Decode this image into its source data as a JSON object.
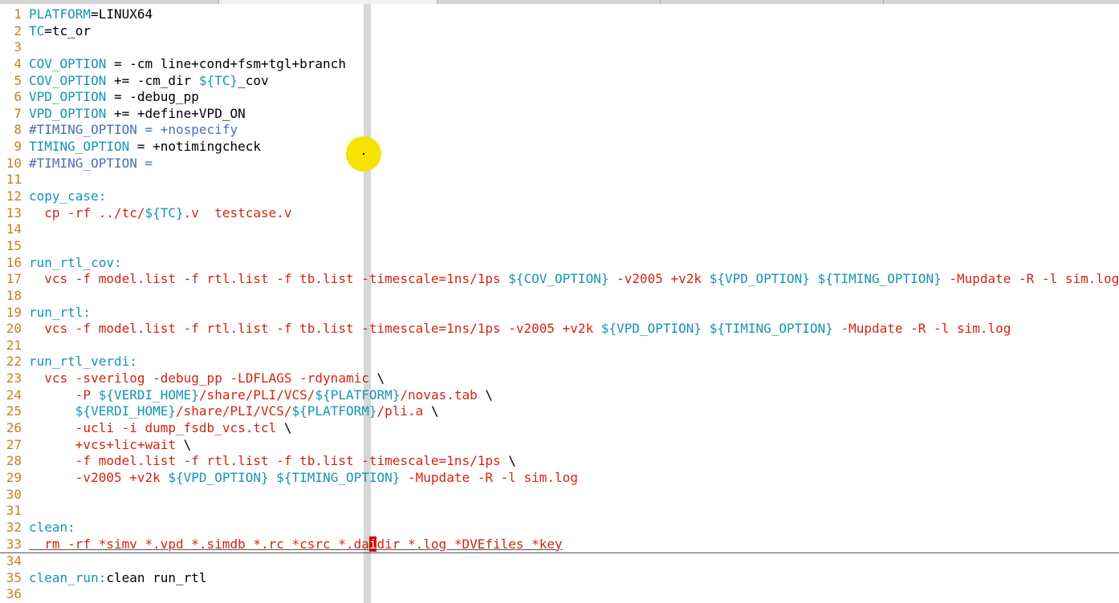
{
  "editor": {
    "lines": [
      {
        "n": "1",
        "segs": [
          [
            "id",
            "PLATFORM"
          ],
          [
            "n",
            "=LINUX64"
          ]
        ]
      },
      {
        "n": "2",
        "segs": [
          [
            "id",
            "TC"
          ],
          [
            "n",
            "=tc_or"
          ]
        ]
      },
      {
        "n": "3",
        "segs": []
      },
      {
        "n": "4",
        "segs": [
          [
            "id",
            "COV_OPTION"
          ],
          [
            "n",
            " = -cm line+cond+fsm+tgl+branch"
          ]
        ]
      },
      {
        "n": "5",
        "segs": [
          [
            "id",
            "COV_OPTION"
          ],
          [
            "n",
            " += -cm_dir "
          ],
          [
            "id",
            "${TC}"
          ],
          [
            "n",
            "_cov"
          ]
        ]
      },
      {
        "n": "6",
        "segs": [
          [
            "id",
            "VPD_OPTION"
          ],
          [
            "n",
            " = -debug_pp"
          ]
        ]
      },
      {
        "n": "7",
        "segs": [
          [
            "id",
            "VPD_OPTION"
          ],
          [
            "n",
            " += +define+VPD_ON"
          ]
        ]
      },
      {
        "n": "8",
        "segs": [
          [
            "cm",
            "#TIMING_OPTION = +nospecify"
          ]
        ]
      },
      {
        "n": "9",
        "segs": [
          [
            "id",
            "TIMING_OPTION"
          ],
          [
            "n",
            " = +notimingcheck"
          ]
        ]
      },
      {
        "n": "10",
        "segs": [
          [
            "cm",
            "#TIMING_OPTION ="
          ]
        ]
      },
      {
        "n": "11",
        "segs": []
      },
      {
        "n": "12",
        "segs": [
          [
            "id",
            "copy_case:"
          ]
        ]
      },
      {
        "n": "13",
        "segs": [
          [
            "r",
            "  cp -rf ../tc/"
          ],
          [
            "id",
            "${TC}"
          ],
          [
            "r",
            ".v  testcase.v"
          ]
        ]
      },
      {
        "n": "14",
        "segs": []
      },
      {
        "n": "15",
        "segs": []
      },
      {
        "n": "16",
        "segs": [
          [
            "id",
            "run_rtl_cov:"
          ]
        ]
      },
      {
        "n": "17",
        "segs": [
          [
            "r",
            "  vcs -f model.list -f rtl.list -f tb.list -timescale=1ns/1ps "
          ],
          [
            "id",
            "${COV_OPTION}"
          ],
          [
            "r",
            " -v2005 +v2k "
          ],
          [
            "id",
            "${VPD_OPTION}"
          ],
          [
            "r",
            " "
          ],
          [
            "id",
            "${TIMING_OPTION}"
          ],
          [
            "r",
            " -Mupdate -R -l sim.log"
          ]
        ]
      },
      {
        "n": "18",
        "segs": []
      },
      {
        "n": "19",
        "segs": [
          [
            "id",
            "run_rtl:"
          ]
        ]
      },
      {
        "n": "20",
        "segs": [
          [
            "r",
            "  vcs -f model.list -f rtl.list -f tb.list -timescale=1ns/1ps -v2005 +v2k "
          ],
          [
            "id",
            "${VPD_OPTION}"
          ],
          [
            "r",
            " "
          ],
          [
            "id",
            "${TIMING_OPTION}"
          ],
          [
            "r",
            " -Mupdate -R -l sim.log"
          ]
        ]
      },
      {
        "n": "21",
        "segs": []
      },
      {
        "n": "22",
        "segs": [
          [
            "id",
            "run_rtl_verdi:"
          ]
        ]
      },
      {
        "n": "23",
        "segs": [
          [
            "r",
            "  vcs -sverilog -debug_pp -LDFLAGS -rdynamic "
          ],
          [
            "n",
            "\\"
          ]
        ]
      },
      {
        "n": "24",
        "segs": [
          [
            "r",
            "      -P "
          ],
          [
            "id",
            "${VERDI_HOME}"
          ],
          [
            "r",
            "/share/PLI/VCS/"
          ],
          [
            "id",
            "${PLATFORM}"
          ],
          [
            "r",
            "/novas.tab "
          ],
          [
            "n",
            "\\"
          ]
        ]
      },
      {
        "n": "25",
        "segs": [
          [
            "id",
            "      ${VERDI_HOME}"
          ],
          [
            "r",
            "/share/PLI/VCS/"
          ],
          [
            "id",
            "${PLATFORM}"
          ],
          [
            "r",
            "/pli.a "
          ],
          [
            "n",
            "\\"
          ]
        ]
      },
      {
        "n": "26",
        "segs": [
          [
            "r",
            "      -ucli -i dump_fsdb_vcs.tcl "
          ],
          [
            "n",
            "\\"
          ]
        ]
      },
      {
        "n": "27",
        "segs": [
          [
            "r",
            "      +vcs+lic+wait "
          ],
          [
            "n",
            "\\"
          ]
        ]
      },
      {
        "n": "28",
        "segs": [
          [
            "r",
            "      -f model.list -f rtl.list -f tb.list -timescale=1ns/1ps "
          ],
          [
            "n",
            "\\"
          ]
        ]
      },
      {
        "n": "29",
        "segs": [
          [
            "r",
            "      -v2005 +v2k "
          ],
          [
            "id",
            "${VPD_OPTION}"
          ],
          [
            "r",
            " "
          ],
          [
            "id",
            "${TIMING_OPTION}"
          ],
          [
            "r",
            " -Mupdate -R -l sim.log"
          ]
        ]
      },
      {
        "n": "30",
        "segs": []
      },
      {
        "n": "31",
        "segs": []
      },
      {
        "n": "32",
        "segs": [
          [
            "id",
            "clean:"
          ]
        ]
      },
      {
        "n": "33",
        "segs": [
          [
            "r",
            "  rm -rf *simv *.vpd *.simdb *.rc *csrc *.da"
          ],
          [
            "cur",
            "i"
          ],
          [
            "r",
            "dir *.log *DVEfiles *key"
          ]
        ]
      },
      {
        "n": "34",
        "segs": []
      },
      {
        "n": "35",
        "segs": [
          [
            "id",
            "clean_run:"
          ],
          [
            "n",
            "clean run_rtl"
          ]
        ]
      },
      {
        "n": "36",
        "segs": []
      }
    ],
    "cursor_line": "33"
  }
}
